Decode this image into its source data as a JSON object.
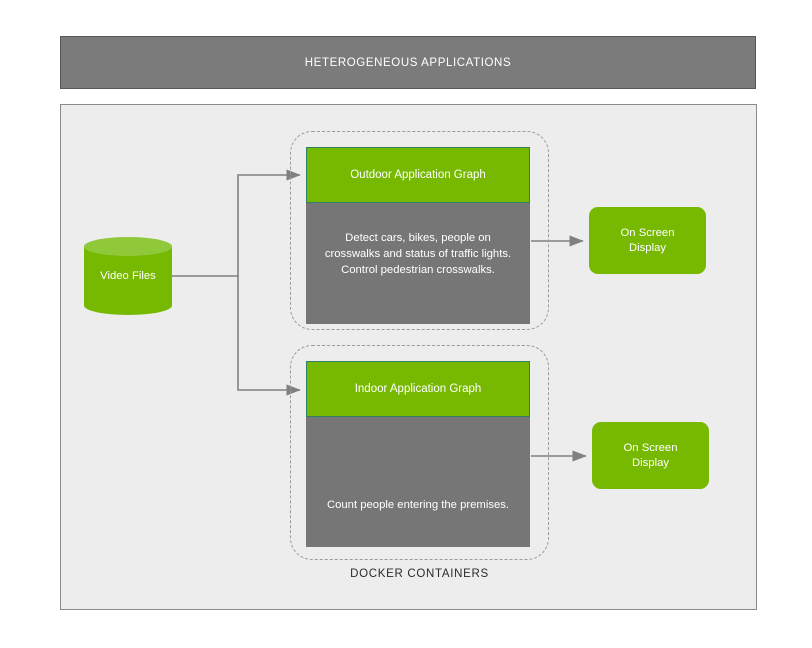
{
  "header": {
    "title": "HETEROGENEOUS APPLICATIONS"
  },
  "source": {
    "label": "Video Files",
    "shape": "cylinder-database"
  },
  "docker": {
    "label": "DOCKER CONTAINERS",
    "containers": [
      {
        "id": "outdoor",
        "header_label": "Outdoor Application Graph",
        "description": "Detect cars, bikes, people on\ncrosswalks and status of traffic lights.\nControl pedestrian crosswalks.",
        "output_label": "On Screen\nDisplay"
      },
      {
        "id": "indoor",
        "header_label": "Indoor Application Graph",
        "description": "Count people entering the premises.",
        "output_label": "On Screen\nDisplay"
      }
    ]
  },
  "colors": {
    "brand_green": "#76b900",
    "cylinder_top_green": "#8fc93a",
    "header_gray": "#7b7b7b",
    "body_gray": "#767676",
    "panel_background": "#ededed",
    "connector_gray": "#808080",
    "dashed_border": "#9a9a9a",
    "green_border": "#2f7f60",
    "text_white": "#ffffff",
    "text_dark": "#2b2b2b"
  }
}
